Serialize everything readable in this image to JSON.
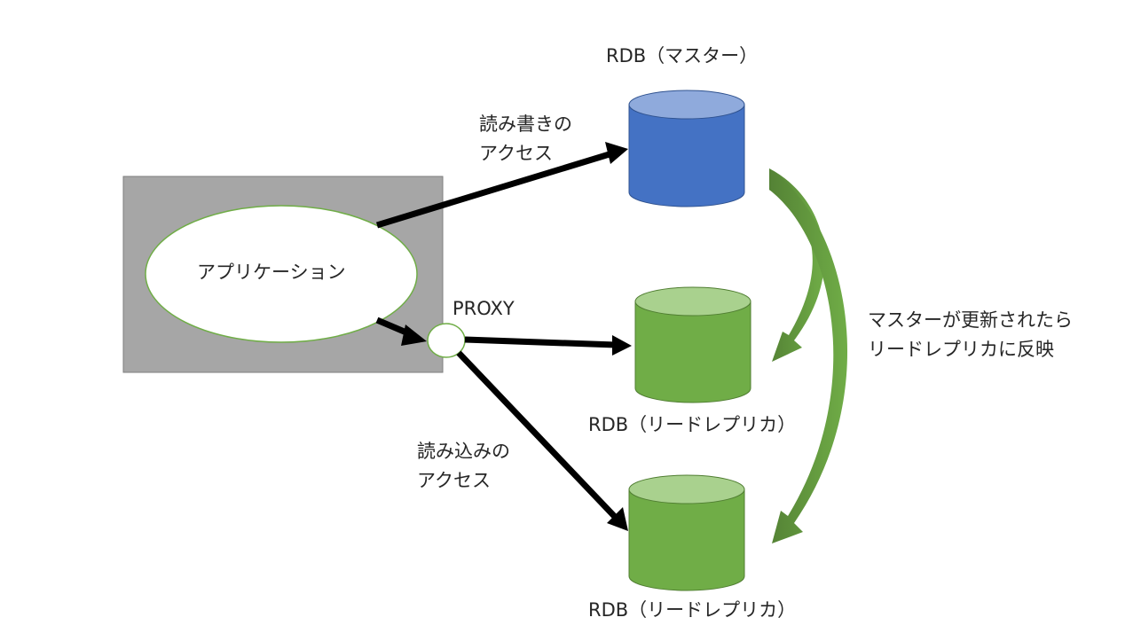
{
  "diagram": {
    "application": {
      "label": "アプリケーション"
    },
    "proxy": {
      "label": "PROXY"
    },
    "master_db": {
      "label": "RDB（マスター）"
    },
    "replica_db_1": {
      "label": "RDB（リードレプリカ）"
    },
    "replica_db_2": {
      "label": "RDB（リードレプリカ）"
    },
    "write_access": {
      "lines": [
        "読み書きの",
        "アクセス"
      ]
    },
    "read_access": {
      "lines": [
        "読み込みの",
        "アクセス"
      ]
    },
    "replication_note": {
      "lines": [
        "マスターが更新されたら",
        "リードレプリカに反映"
      ]
    }
  },
  "colors": {
    "app_box_fill": "#a6a6a6",
    "app_oval_fill": "#ffffff",
    "app_oval_stroke": "#70ad47",
    "master_db_body": "#4472c4",
    "master_db_top": "#8faadc",
    "replica_db_body": "#70ad47",
    "replica_db_top": "#a9d18e",
    "arrow_black": "#000000",
    "arrow_green": "#70ad47",
    "text": "#262626"
  },
  "icons": [
    "database-cylinder-icon",
    "curved-arrow-icon"
  ]
}
